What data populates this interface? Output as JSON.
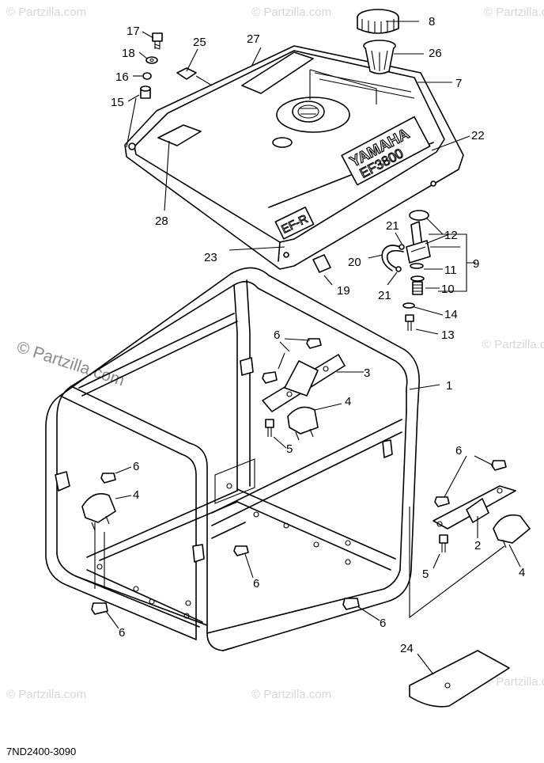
{
  "watermarks": {
    "repeated": "© Partzilla.com",
    "big": "© Partzilla.com"
  },
  "diagram_code": "7ND2400-3090",
  "tank_text": {
    "brand": "YAMAHA",
    "model": "EF3800",
    "badge": "EF-R"
  },
  "callouts": [
    {
      "id": "c1",
      "label": "1"
    },
    {
      "id": "c2",
      "label": "2"
    },
    {
      "id": "c3",
      "label": "3"
    },
    {
      "id": "c4a",
      "label": "4"
    },
    {
      "id": "c4b",
      "label": "4"
    },
    {
      "id": "c4c",
      "label": "4"
    },
    {
      "id": "c5a",
      "label": "5"
    },
    {
      "id": "c5b",
      "label": "5"
    },
    {
      "id": "c6a",
      "label": "6"
    },
    {
      "id": "c6b",
      "label": "6"
    },
    {
      "id": "c6c",
      "label": "6"
    },
    {
      "id": "c6d",
      "label": "6"
    },
    {
      "id": "c6e",
      "label": "6"
    },
    {
      "id": "c6f",
      "label": "6"
    },
    {
      "id": "c7",
      "label": "7"
    },
    {
      "id": "c8",
      "label": "8"
    },
    {
      "id": "c9",
      "label": "9"
    },
    {
      "id": "c10",
      "label": "10"
    },
    {
      "id": "c11",
      "label": "11"
    },
    {
      "id": "c12",
      "label": "12"
    },
    {
      "id": "c13",
      "label": "13"
    },
    {
      "id": "c14",
      "label": "14"
    },
    {
      "id": "c15",
      "label": "15"
    },
    {
      "id": "c16",
      "label": "16"
    },
    {
      "id": "c17",
      "label": "17"
    },
    {
      "id": "c18",
      "label": "18"
    },
    {
      "id": "c19",
      "label": "19"
    },
    {
      "id": "c20",
      "label": "20"
    },
    {
      "id": "c21a",
      "label": "21"
    },
    {
      "id": "c21b",
      "label": "21"
    },
    {
      "id": "c22",
      "label": "22"
    },
    {
      "id": "c23",
      "label": "23"
    },
    {
      "id": "c24",
      "label": "24"
    },
    {
      "id": "c25",
      "label": "25"
    },
    {
      "id": "c26",
      "label": "26"
    },
    {
      "id": "c27",
      "label": "27"
    },
    {
      "id": "c28",
      "label": "28"
    }
  ]
}
